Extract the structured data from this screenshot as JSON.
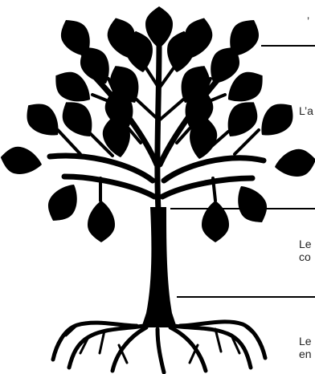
{
  "colors": {
    "ink": "#000000",
    "text": "#222222",
    "background": "#ffffff"
  },
  "icons": {
    "tree": "tree-silhouette-icon"
  },
  "labels": {
    "top_cut": "’",
    "canopy": "L’a",
    "trunk": "Le\nco",
    "roots": "Le\nen"
  }
}
